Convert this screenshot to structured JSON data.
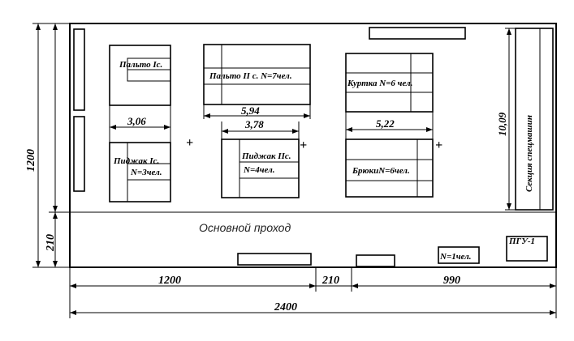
{
  "stations": [
    {
      "id": "coat1",
      "label": "Пальто Iс."
    },
    {
      "id": "coat2",
      "label": "Пальто II с. N=7чел."
    },
    {
      "id": "jacket",
      "label": "Куртка  N=6 чел."
    },
    {
      "id": "blazer1",
      "label": "Пиджак Iс.",
      "count": "N=3чел."
    },
    {
      "id": "blazer2",
      "label": "Пиджак IIс.",
      "count": "N=4чел."
    },
    {
      "id": "trousers",
      "label": "БрюкиN=6чел."
    }
  ],
  "special_section_label": "Секция спецмашин",
  "main_aisle_label": "Основной проход",
  "ptu_label": "ПГУ-1",
  "worker_label": "N=1чел.",
  "dimensions": {
    "d_306": "3,06",
    "d_594": "5,94",
    "d_378": "3,78",
    "d_522": "5,22",
    "d_1009": "10,09",
    "left_1200": "1200",
    "left_210": "210",
    "bottom_1200": "1200",
    "bottom_210": "210",
    "bottom_990": "990",
    "total_2400": "2400"
  },
  "plus_sign": "+"
}
